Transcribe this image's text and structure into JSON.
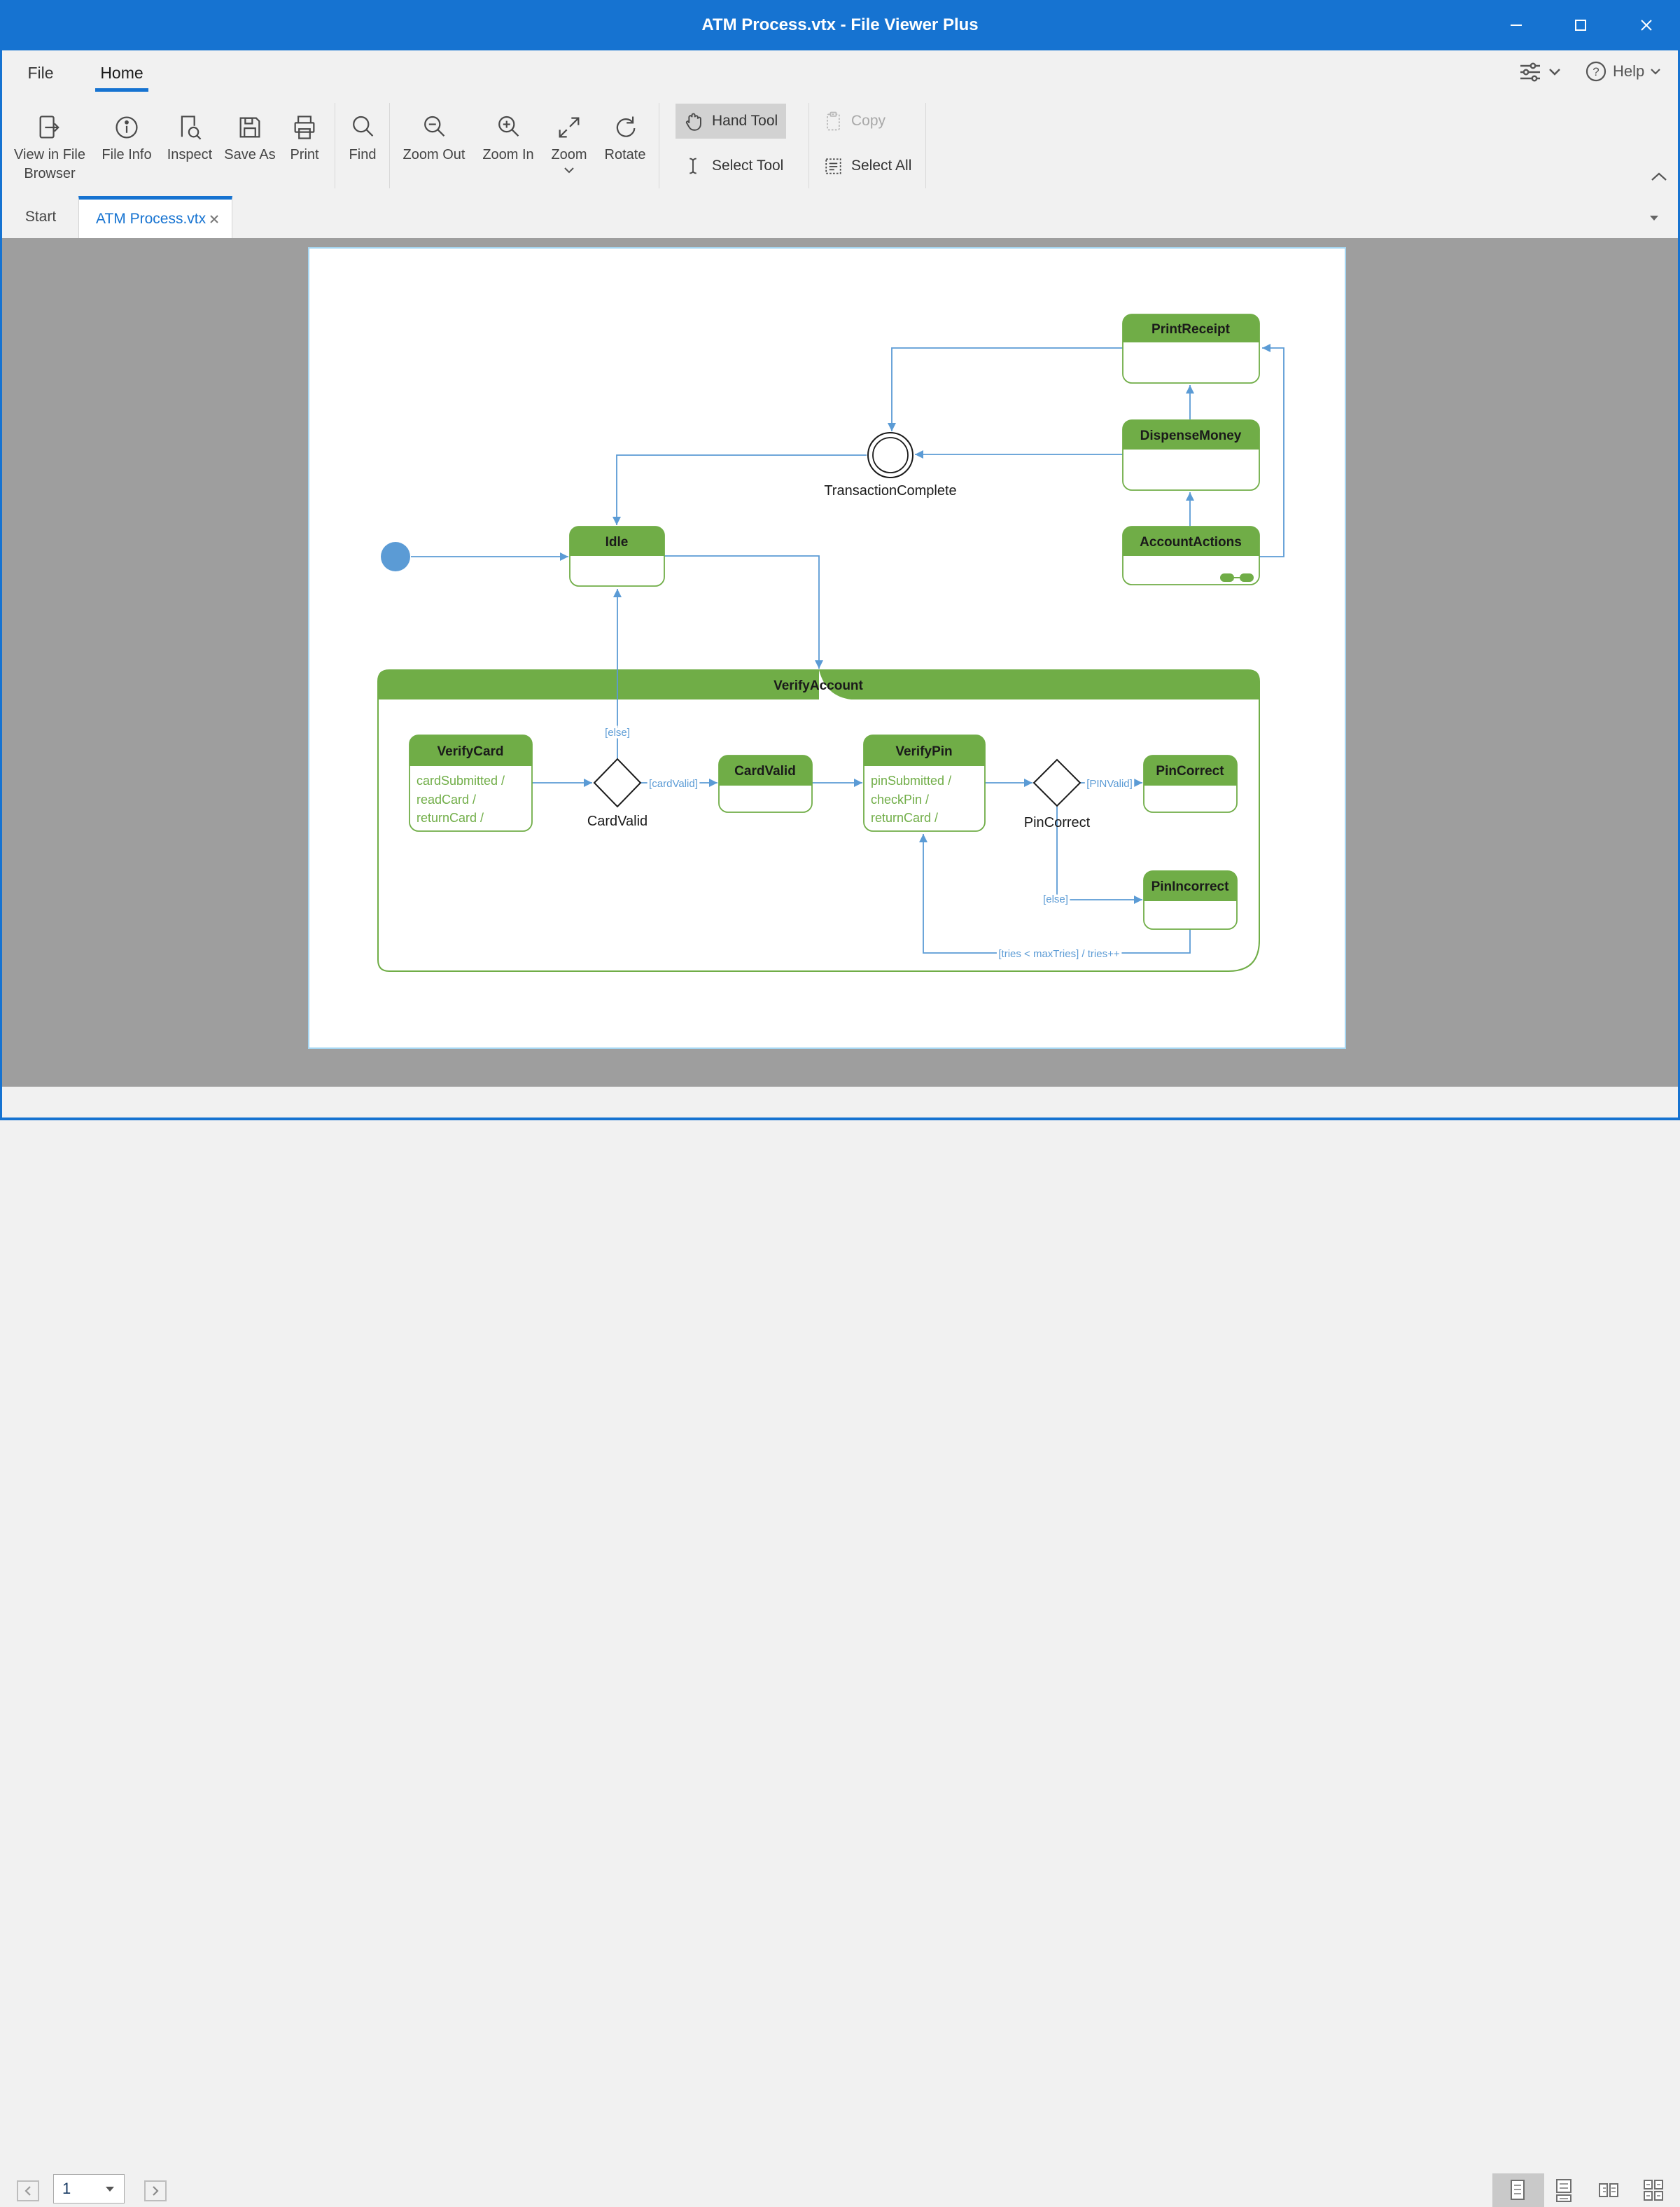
{
  "titlebar": {
    "title": "ATM Process.vtx - File Viewer Plus"
  },
  "menu": {
    "file": "File",
    "home": "Home",
    "help": "Help"
  },
  "toolbar": {
    "view_browser_line1": "View in File",
    "view_browser_line2": "Browser",
    "file_info": "File Info",
    "inspect": "Inspect",
    "save_as": "Save As",
    "print": "Print",
    "find": "Find",
    "zoom_out": "Zoom Out",
    "zoom_in": "Zoom In",
    "zoom": "Zoom",
    "rotate": "Rotate",
    "hand_tool": "Hand Tool",
    "select_tool": "Select Tool",
    "copy": "Copy",
    "select_all": "Select All"
  },
  "tabs": {
    "start": "Start",
    "document": "ATM Process.vtx"
  },
  "statusbar": {
    "page": "1"
  },
  "icons": {
    "help_mark": "?"
  },
  "chrome_colors": {
    "titlebar_blue": "#1673d1",
    "canvas_gray": "#9e9e9e"
  },
  "diagram": {
    "colors": {
      "state_green": "#70ad47",
      "connector_blue": "#5b9bd5"
    },
    "states": {
      "idle": "Idle",
      "transaction_complete": "TransactionComplete",
      "print_receipt": "PrintReceipt",
      "dispense_money": "DispenseMoney",
      "account_actions": "AccountActions",
      "verify_account": "VerifyAccount",
      "verify_card": "VerifyCard",
      "choice_card_valid": "CardValid",
      "card_valid_state": "CardValid",
      "verify_pin": "VerifyPin",
      "choice_pin_correct": "PinCorrect",
      "pin_correct_state": "PinCorrect",
      "pin_incorrect": "PinIncorrect"
    },
    "actions": {
      "verify_card": [
        "cardSubmitted /",
        "readCard /",
        "returnCard /"
      ],
      "verify_pin": [
        "pinSubmitted /",
        "checkPin /",
        "returnCard /"
      ]
    },
    "transitions": {
      "else_card": "[else]",
      "card_valid": "[cardValid]",
      "pin_valid": "[PINValid]",
      "else_pin": "[else]",
      "tries": "[tries < maxTries] / tries++"
    }
  }
}
